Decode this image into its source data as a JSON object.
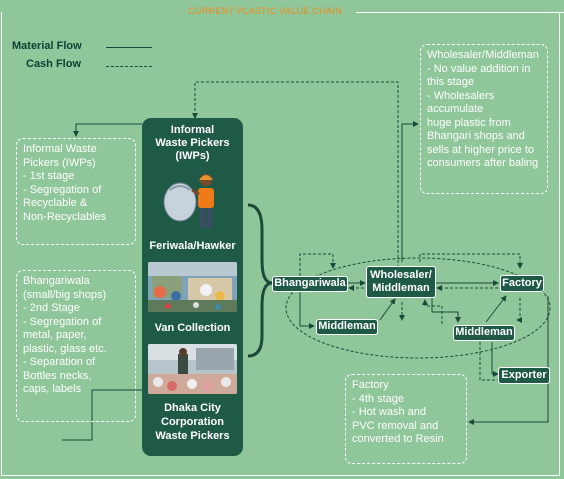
{
  "title": "CURRENT PLASTIC VALUE CHAIN",
  "legend": {
    "material_flow": "Material Flow",
    "cash_flow": "Cash Flow"
  },
  "center": {
    "heading": [
      "Informal",
      "Waste Pickers",
      "(IWPs)"
    ],
    "feriwala": "Feriwala/Hawker",
    "van": "Van Collection",
    "dhaka": [
      "Dhaka City",
      "Corporation",
      "Waste Pickers"
    ]
  },
  "notes": {
    "iwp": [
      "Informal Waste",
      "Pickers (IWPs)",
      "- 1st stage",
      "- Segregation of",
      "Recyclable &",
      "Non-Recyclables"
    ],
    "bhangariwala": [
      "Bhangariwala",
      "(small/big shops)",
      "- 2nd Stage",
      "- Segregation of",
      "metal, paper,",
      "plastic, glass etc.",
      "- Separation of",
      "Bottles necks,",
      "caps, labels"
    ],
    "wholesaler": [
      "Wholesaler/Middleman",
      "- No value addition in",
      "this stage",
      "- Wholesalers",
      "accumulate",
      "huge plastic from",
      "Bhangari shops and",
      "sells at higher price to",
      "consumers after baling"
    ],
    "factory": [
      "Factory",
      "- 4th stage",
      "- Hot wash and",
      "PVC removal and",
      "converted to Resin"
    ]
  },
  "nodes": {
    "bhangariwala": "Bhangariwala",
    "wholesaler": [
      "Wholesaler/",
      "Middleman"
    ],
    "factory": "Factory",
    "middleman1": "Middleman",
    "middleman2": "Middleman",
    "exporter": "Exporter"
  },
  "colors": {
    "background": "#8fc79a",
    "node_fill": "#1e5a46",
    "title": "#f08b1a",
    "text_light": "#ffffff",
    "line": "#1b4a3a"
  }
}
